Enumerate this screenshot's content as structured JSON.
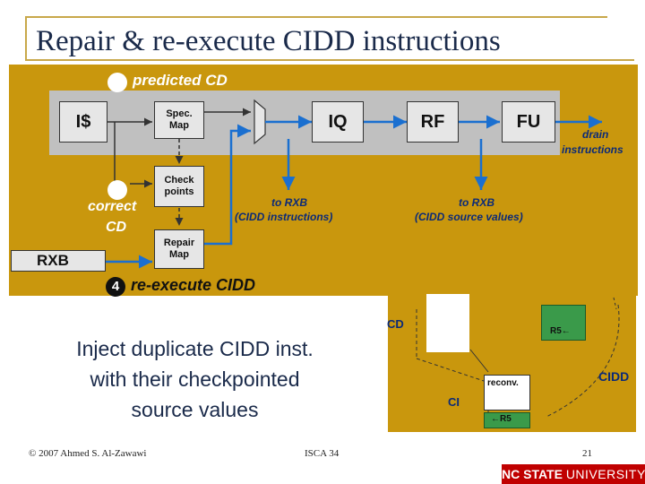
{
  "title": "Repair & re-execute CIDD instructions",
  "labels": {
    "predicted_cd": "predicted CD",
    "correct_cd_line1": "correct",
    "correct_cd_line2": "CD",
    "rxb": "RXB",
    "step_number": "4",
    "reexecute": "re-execute CIDD",
    "drain_line1": "drain",
    "drain_line2": "instructions",
    "to_rxb_1_line1": "to RXB",
    "to_rxb_1_line2": "(CIDD instructions)",
    "to_rxb_2_line1": "to RXB",
    "to_rxb_2_line2": "(CIDD source values)"
  },
  "boxes": {
    "icache": "I$",
    "spec_map_line1": "Spec.",
    "spec_map_line2": "Map",
    "iq": "IQ",
    "rf": "RF",
    "fu": "FU",
    "check_line1": "Check",
    "check_line2": "points",
    "repair_line1": "Repair",
    "repair_line2": "Map"
  },
  "inject_text_line1": "Inject duplicate CIDD inst.",
  "inject_text_line2": "with their checkpointed",
  "inject_text_line3": "source values",
  "diagram2": {
    "cd": "CD",
    "ci": "CI",
    "cidd": "CIDD",
    "reconv": "reconv.",
    "r5_top": "R5",
    "r5_bottom": "R5",
    "arrow_glyph": "←"
  },
  "footer": {
    "copyright": "© 2007 Ahmed S. Al-Zawawi",
    "venue": "ISCA 34",
    "page": "21",
    "brand_bold": "NC STATE",
    "brand_rest": "UNIVERSITY"
  },
  "colors": {
    "gold": "#c9970d",
    "blue_arrow": "#1a6fd0",
    "green": "#3a9a4a",
    "ncsu_red": "#c00000"
  }
}
